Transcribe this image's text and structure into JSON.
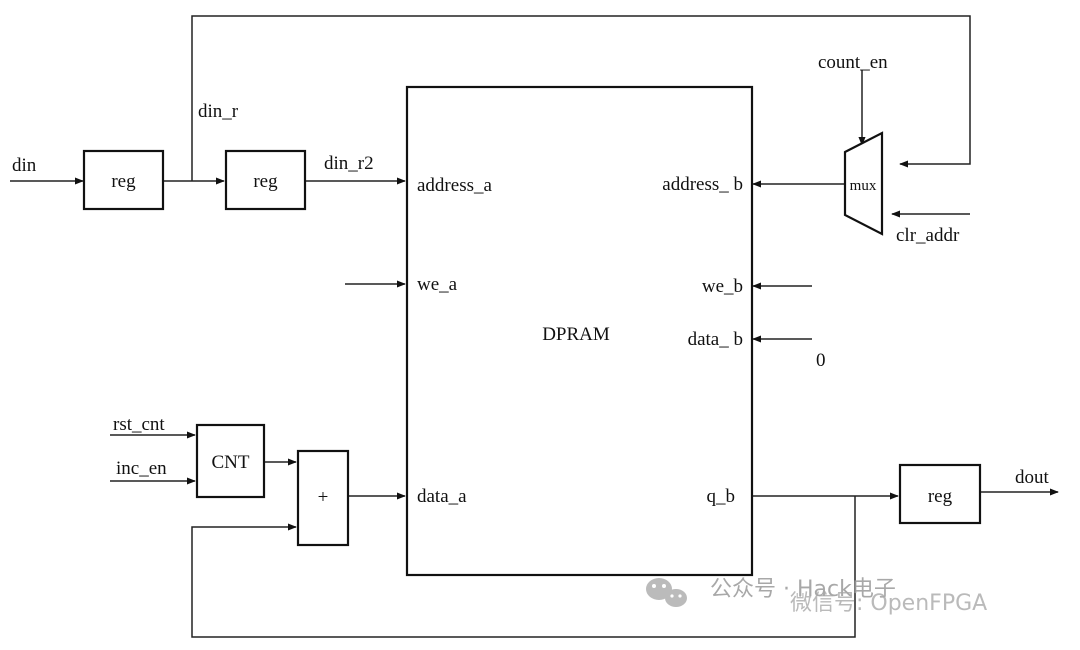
{
  "blocks": {
    "reg_in1": "reg",
    "reg_in2": "reg",
    "dpram": "DPRAM",
    "mux": "mux",
    "cnt": "CNT",
    "adder": "+",
    "reg_out": "reg"
  },
  "signals": {
    "din": "din",
    "din_r": "din_r",
    "din_r2": "din_r2",
    "count_en": "count_en",
    "clr_addr": "clr_addr",
    "rst_cnt": "rst_cnt",
    "inc_en": "inc_en",
    "zero": "0",
    "dout": "dout"
  },
  "ports": {
    "address_a": "address_a",
    "we_a": "we_a",
    "data_a": "data_a",
    "address_b": "address_ b",
    "we_b": "we_b",
    "data_b": "data_ b",
    "q_b": "q_b"
  },
  "watermark": {
    "text": "公众号 · Hack电子",
    "subtext": "微信号: OpenFPGA"
  }
}
